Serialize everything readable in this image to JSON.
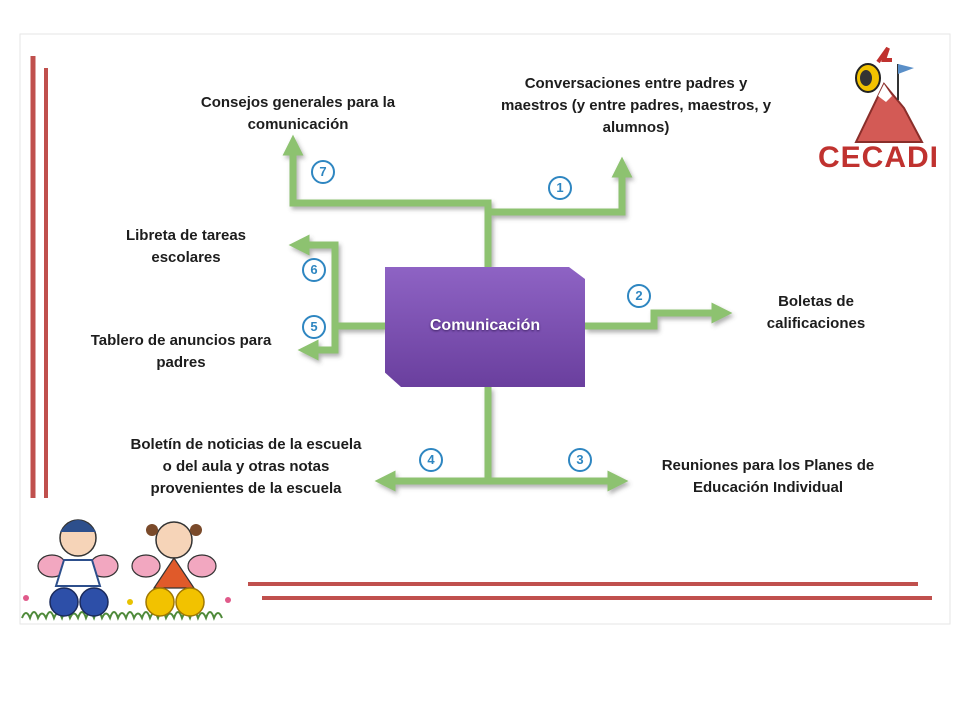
{
  "diagram": {
    "center": "Comunicación",
    "nodes": [
      {
        "number": "1",
        "label": "Conversaciones entre padres y maestros (y entre padres, maestros, y alumnos)"
      },
      {
        "number": "2",
        "label": "Boletas de calificaciones"
      },
      {
        "number": "3",
        "label": "Reuniones para los Planes de Educación Individual"
      },
      {
        "number": "4",
        "label": "Boletín de noticias de la escuela o del aula y otras notas provenientes de la escuela"
      },
      {
        "number": "5",
        "label": "Tablero de anuncios para padres"
      },
      {
        "number": "6",
        "label": "Libreta de tareas escolares"
      },
      {
        "number": "7",
        "label": "Consejos generales para la comunicación"
      }
    ]
  },
  "logo": {
    "text": "CECADI"
  },
  "colors": {
    "connector": "#8dc26f",
    "center_fill": "#7b52b3",
    "badge": "#2e86c1",
    "rule": "#c0504d",
    "logo_text": "#c0322f"
  },
  "icons": {
    "logo": "mountain-flag-logo",
    "decoration": "two-children-cartoon"
  }
}
